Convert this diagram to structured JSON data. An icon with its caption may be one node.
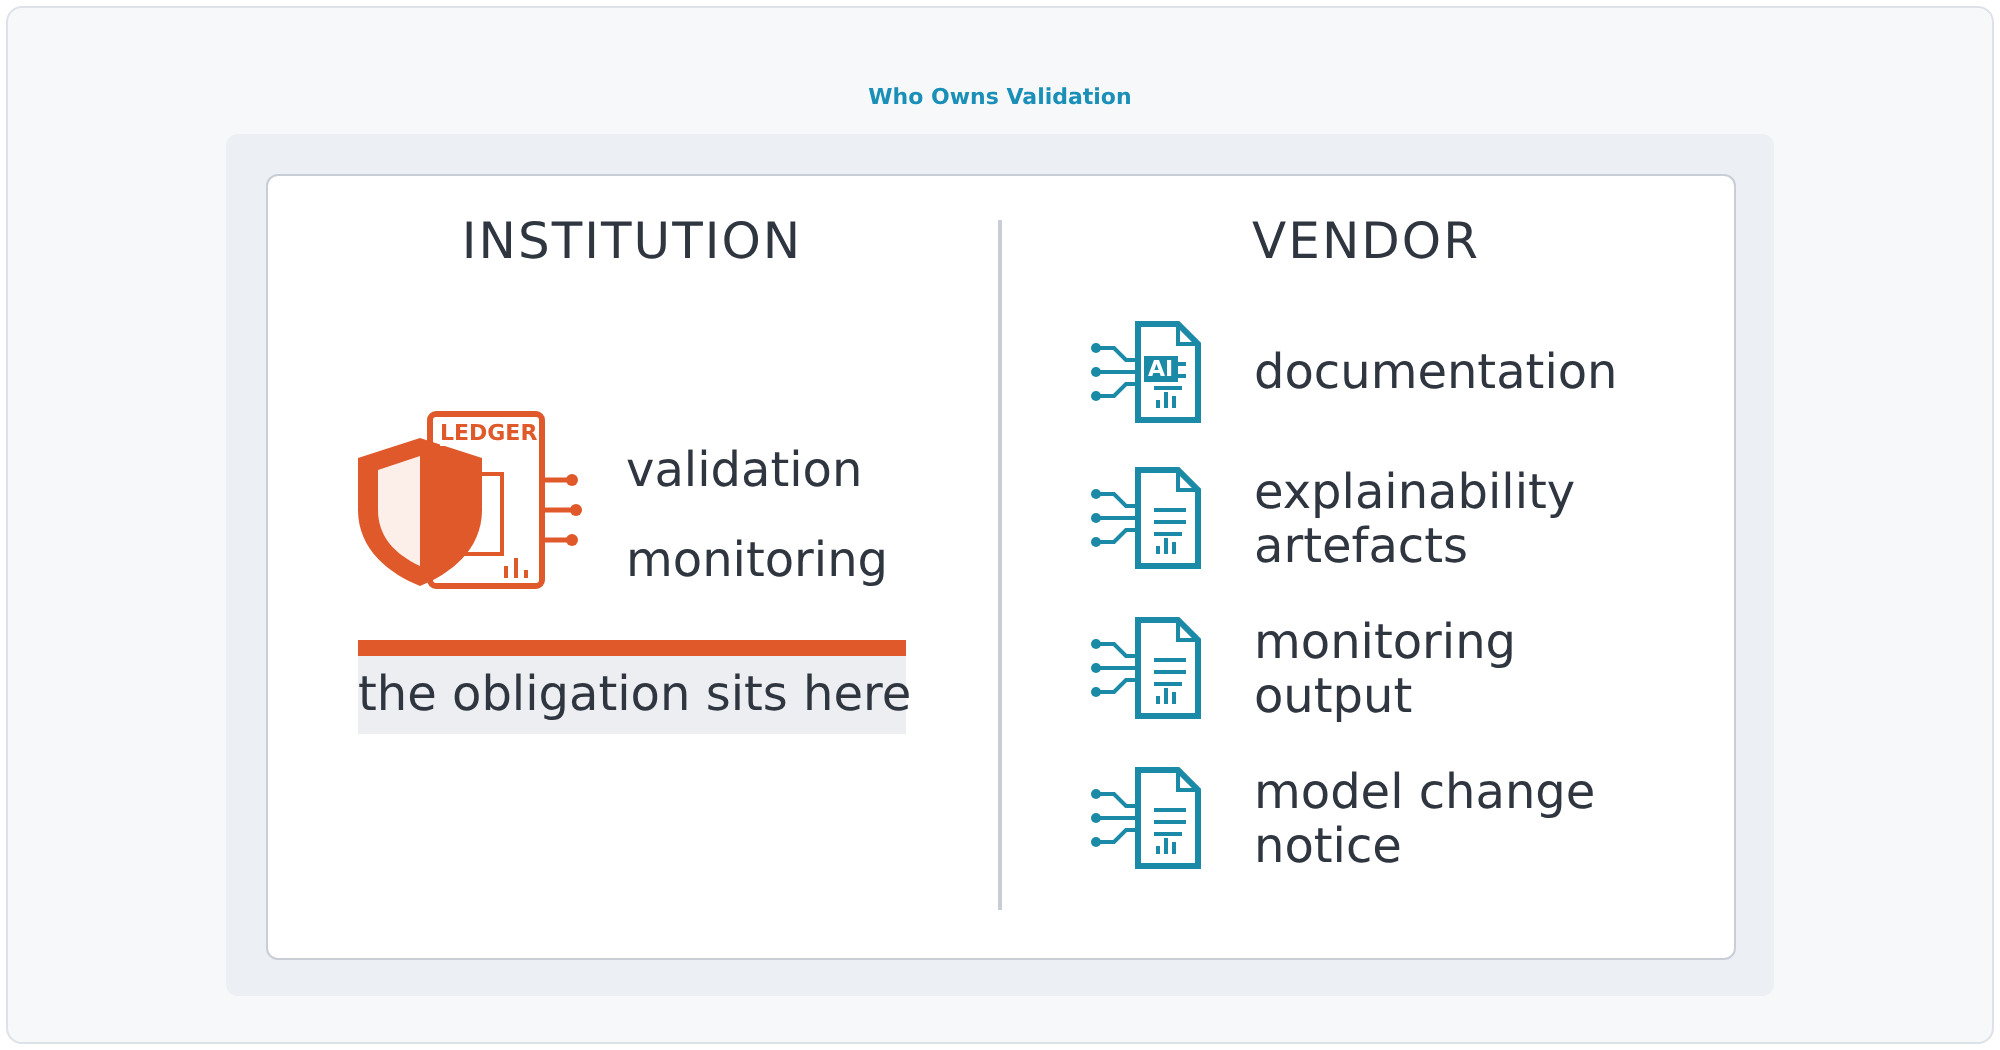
{
  "diagram": {
    "title": "Who Owns Validation",
    "nodes": [
      {
        "text": [
          "the obligation sits here"
        ]
      }
    ],
    "edges": [],
    "labels": [
      "INSTITUTION",
      "LEDGER",
      "validation",
      "monitoring",
      "VENDOR",
      "AI",
      "documentation",
      "explainability artefacts",
      "monitoring output",
      "model change notice"
    ]
  }
}
